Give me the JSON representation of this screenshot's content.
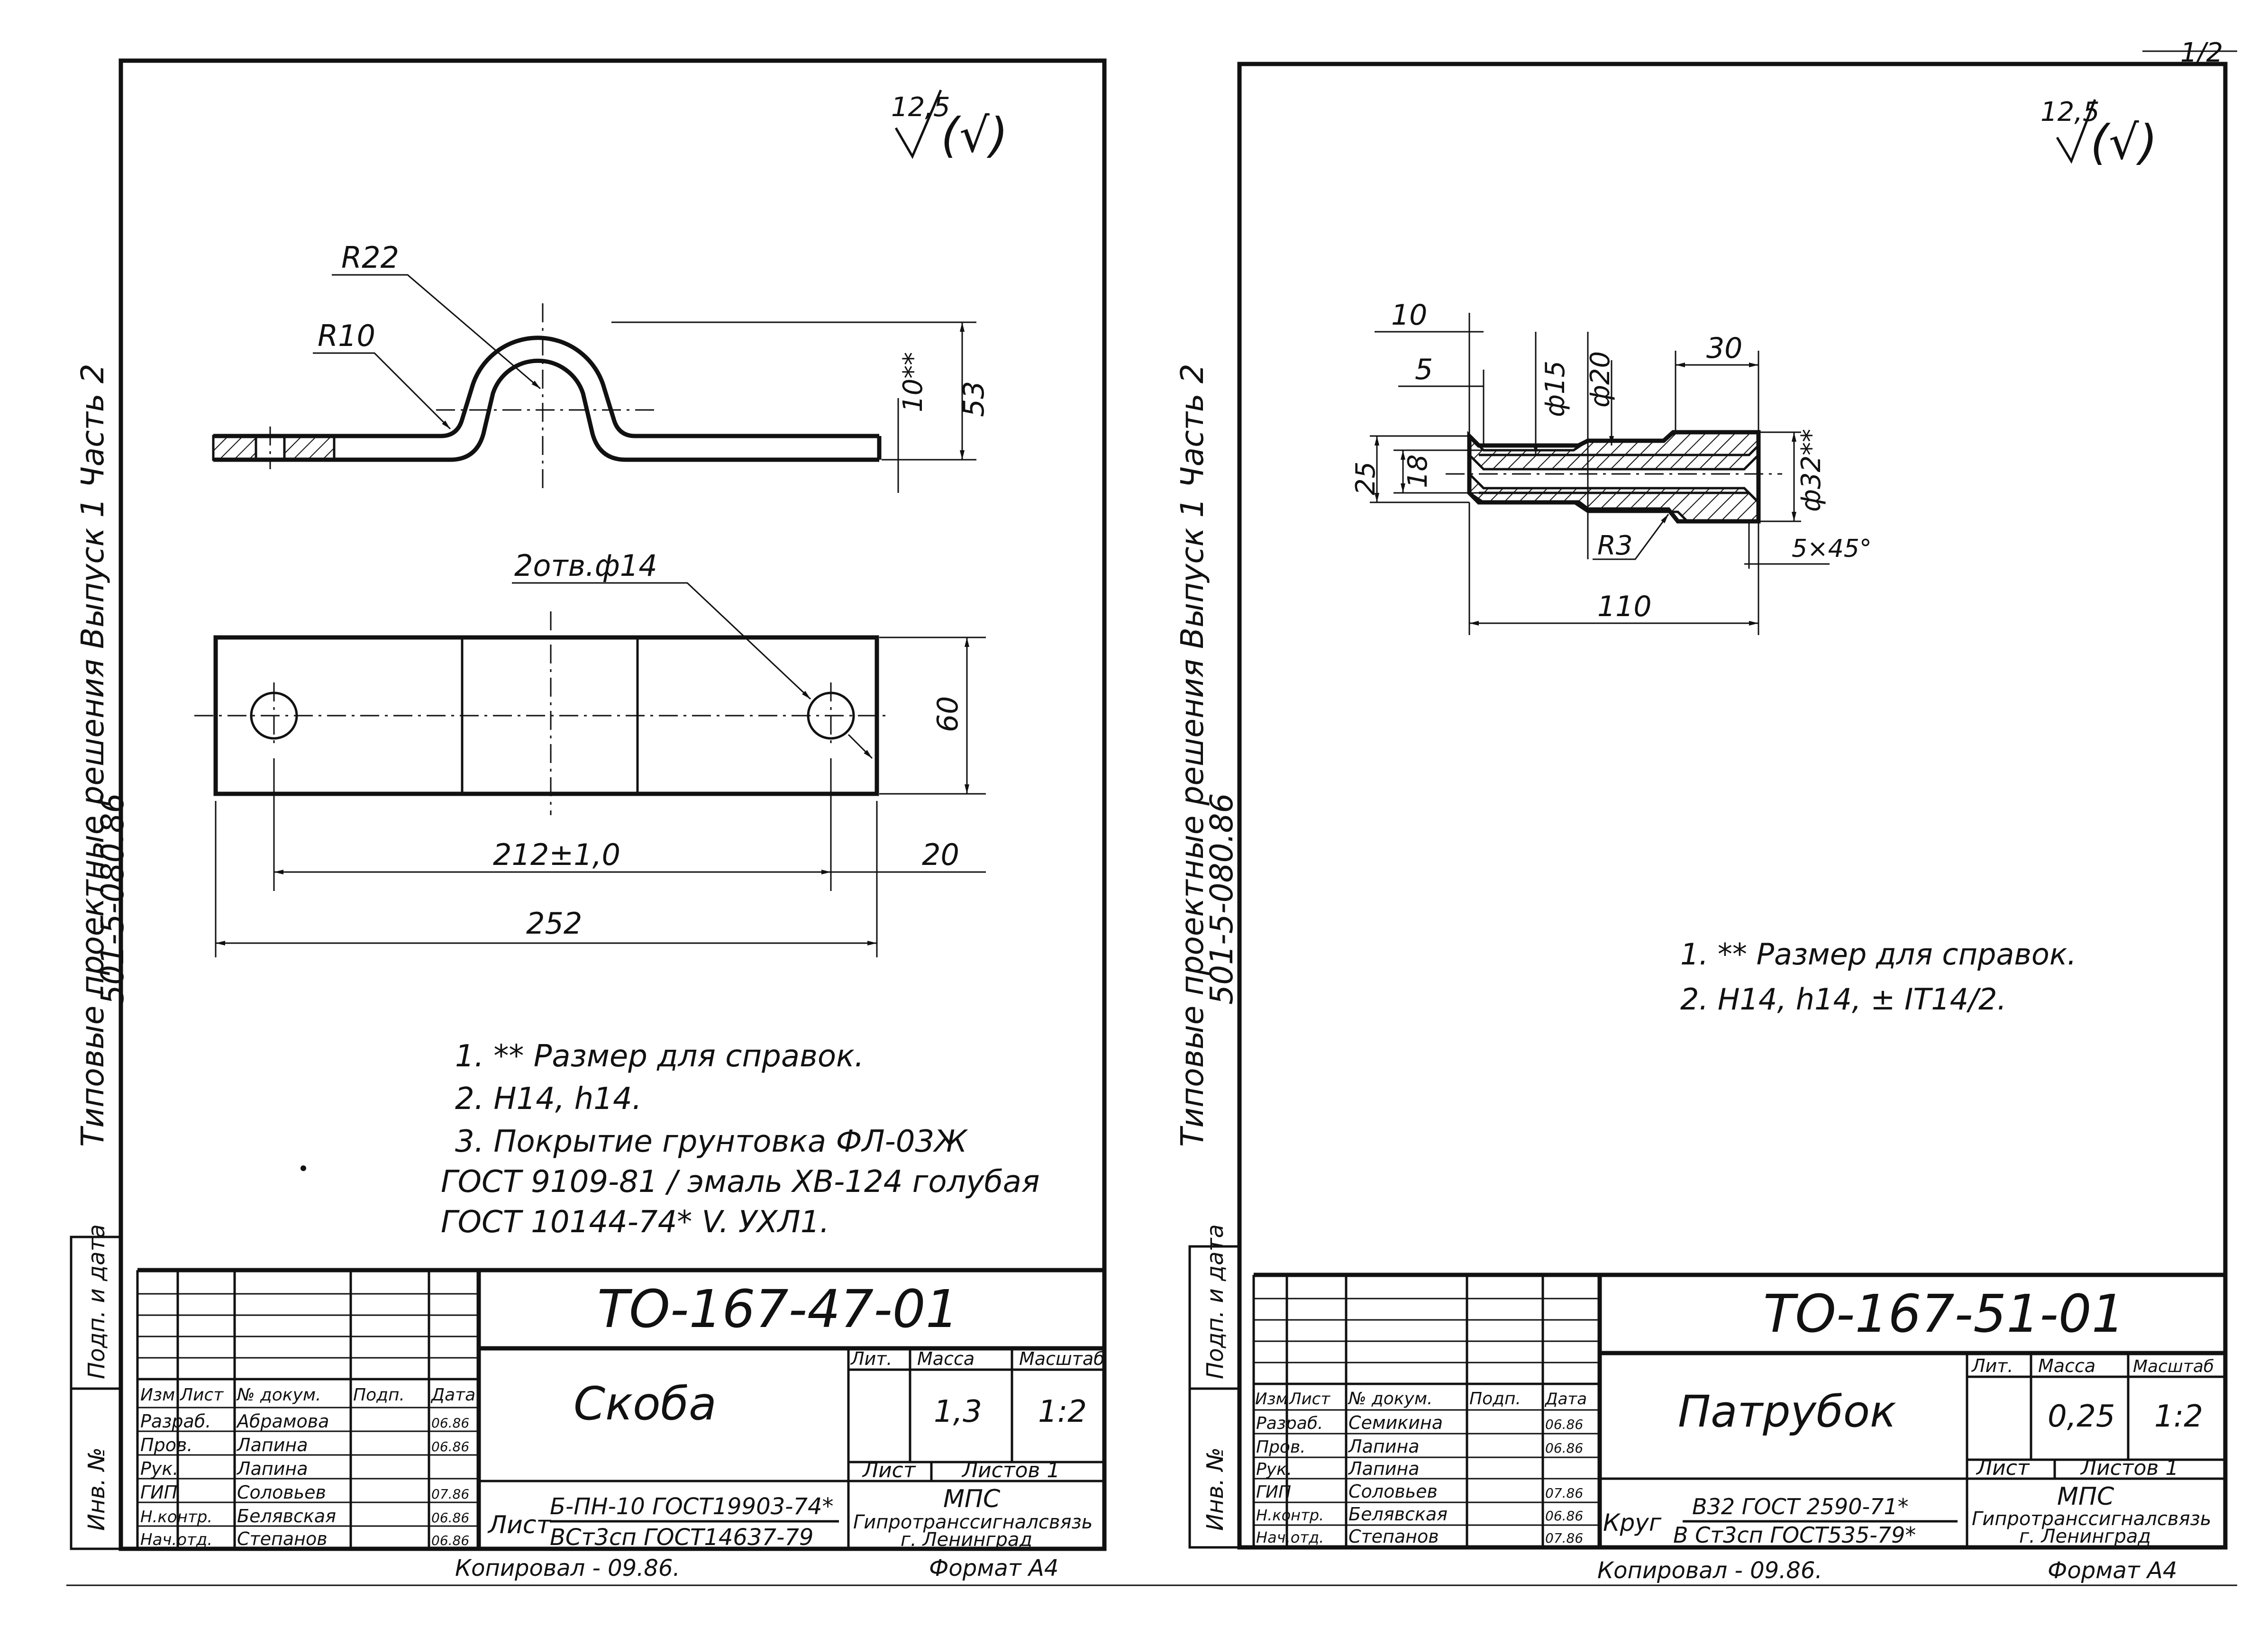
{
  "page_corner": "1/2",
  "sheets": [
    {
      "side_stamp": {
        "line1": "Типовые проектные решения Выпуск 1 Часть 2",
        "line2": "501-5-080.86"
      },
      "roughness": {
        "value": "12,5",
        "mark": "(√)"
      },
      "dims": {
        "r22": "R22",
        "r10": "R10",
        "d10": "10**",
        "d53": "53",
        "holes": "2отв.ф14",
        "d60": "60",
        "d212": "212±1,0",
        "d20": "20",
        "d252": "252"
      },
      "notes": [
        "1. ** Размер для справок.",
        "2. Н14, h14.",
        "3. Покрытие грунтовка ФЛ-03Ж",
        "ГОСТ 9109-81 / эмаль ХВ-124 голубая",
        "ГОСТ 10144-74* V. УХЛ1."
      ],
      "title_block": {
        "code": "ТО-167-47-01",
        "name": "Скоба",
        "lit_label": "Лит.",
        "mass_label": "Масса",
        "scale_label": "Масштаб",
        "mass": "1,3",
        "scale": "1:2",
        "sheet_label": "Лист",
        "sheets_label": "Листов 1",
        "org1": "МПС",
        "org2": "Гипротранссигналсвязь",
        "org3": "г. Ленинград",
        "material1": "Б-ПН-10 ГОСТ19903-74*",
        "material2": "ВСт3сп ГОСТ14637-79",
        "material_prefix": "Лист",
        "col_headers": [
          "Изм",
          "Лист",
          "№ докум.",
          "Подп.",
          "Дата"
        ],
        "rows": [
          {
            "role": "Разраб.",
            "name": "Абрамова",
            "date": "06.86"
          },
          {
            "role": "Пров.",
            "name": "Лапина",
            "date": "06.86"
          },
          {
            "role": "Рук.",
            "name": "Лапина",
            "date": ""
          },
          {
            "role": "ГИП",
            "name": "Соловьев",
            "date": "07.86"
          },
          {
            "role": "Н.контр.",
            "name": "Белявская",
            "date": "06.86"
          },
          {
            "role": "Нач.отд.",
            "name": "Степанов",
            "date": "06.86"
          }
        ],
        "side_labels": [
          "Подп. и дата",
          "Инв. №"
        ]
      },
      "copied": "Копировал  - 09.86.",
      "format": "Формат А4"
    },
    {
      "side_stamp": {
        "line1": "Типовые проектные решения Выпуск 1 Часть 2",
        "line2": "501-5-080.86"
      },
      "roughness": {
        "value": "12,5",
        "mark": "(√)"
      },
      "dims": {
        "d10": "10",
        "d5": "5",
        "d15": "ф15",
        "d20": "ф20",
        "d30": "30",
        "d25": "25",
        "d18": "18",
        "d32": "ф32**",
        "r3": "R3",
        "chamfer": "5×45°",
        "d110": "110"
      },
      "notes": [
        "1. ** Размер для справок.",
        "2. Н14, h14, ± IT14/2."
      ],
      "title_block": {
        "code": "ТО-167-51-01",
        "name": "Патрубок",
        "lit_label": "Лит.",
        "mass_label": "Масса",
        "scale_label": "Масштаб",
        "mass": "0,25",
        "scale": "1:2",
        "sheet_label": "Лист",
        "sheets_label": "Листов 1",
        "org1": "МПС",
        "org2": "Гипротранссигналсвязь",
        "org3": "г. Ленинград",
        "material1": "В32 ГОСТ 2590-71*",
        "material2": "В Ст3сп ГОСТ535-79*",
        "material_prefix": "Круг",
        "col_headers": [
          "Изм",
          "Лист",
          "№ докум.",
          "Подп.",
          "Дата"
        ],
        "rows": [
          {
            "role": "Разраб.",
            "name": "Семикина",
            "date": "06.86"
          },
          {
            "role": "Пров.",
            "name": "Лапина",
            "date": "06.86"
          },
          {
            "role": "Рук.",
            "name": "Лапина",
            "date": ""
          },
          {
            "role": "ГИП",
            "name": "Соловьев",
            "date": "07.86"
          },
          {
            "role": "Н.контр.",
            "name": "Белявская",
            "date": "06.86"
          },
          {
            "role": "Нач.отд.",
            "name": "Степанов",
            "date": "07.86"
          }
        ],
        "side_labels": [
          "Подп. и дата",
          "Инв. №"
        ]
      },
      "copied": "Копировал  - 09.86.",
      "format": "Формат А4"
    }
  ]
}
